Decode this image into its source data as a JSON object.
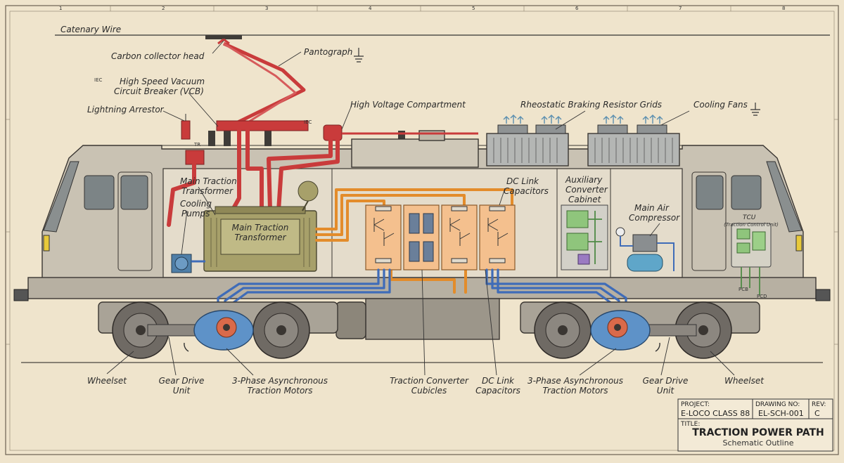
{
  "grid": {
    "top": [
      "1",
      "2",
      "3",
      "4",
      "5",
      "6",
      "7",
      "8"
    ]
  },
  "labels": {
    "catenary": "Catenary Wire",
    "carbon_head": "Carbon collector head",
    "pantograph": "Pantograph",
    "vcb_line1": "High Speed Vacuum",
    "vcb_line2": "Circuit Breaker (VCB)",
    "lightning": "Lightning Arrestor",
    "hv_compartment": "High Voltage Compartment",
    "braking_grids": "Rheostatic Braking Resistor Grids",
    "cooling_fans": "Cooling Fans",
    "mtt_upper_line1": "Main Traction",
    "mtt_upper_line2": "Transformer",
    "cooling_pumps_line1": "Cooling",
    "cooling_pumps_line2": "Pumps",
    "mtt_body_line1": "Main Traction",
    "mtt_body_line2": "Transformer",
    "dc_link_upper_line1": "DC Link",
    "dc_link_upper_line2": "Capacitors",
    "aux_line1": "Auxiliary",
    "aux_line2": "Converter",
    "aux_line3": "Cabinet",
    "air_comp_line1": "Main Air",
    "air_comp_line2": "Compressor",
    "tcu": "TCU",
    "tcu_full": "(Traction Control Unit)",
    "pcb": "PCB",
    "pcd": "PCD",
    "iec": "IEC",
    "tr": "TR",
    "wheelset_left": "Wheelset",
    "gear_left_line1": "Gear Drive",
    "gear_left_line2": "Unit",
    "motors_left_line1": "3-Phase Asynchronous",
    "motors_left_line2": "Traction Motors",
    "converter_line1": "Traction Converter",
    "converter_line2": "Cubicles",
    "dc_link_lower_line1": "DC Link",
    "dc_link_lower_line2": "Capacitors",
    "motors_right_line1": "3-Phase Asynchronous",
    "motors_right_line2": "Traction Motors",
    "gear_right_line1": "Gear Drive",
    "gear_right_line2": "Unit",
    "wheelset_right": "Wheelset"
  },
  "title_block": {
    "project_label": "PROJECT:",
    "project_value": "E-LOCO CLASS 88",
    "drawing_label": "DRAWING NO:",
    "drawing_value": "EL-SCH-001",
    "rev_label": "REV:",
    "rev_value": "C",
    "title_label": "TITLE:",
    "title_value": "TRACTION POWER PATH",
    "subtitle_value": "Schematic Outline"
  },
  "colors": {
    "paper": "#efe4cc",
    "hv_cable": "#c93b3b",
    "dc_cable": "#e38c2b",
    "ac_cable": "#3f6cb8",
    "converter": "#f4c08e",
    "transformer": "#a7a06a",
    "body": "#c9c2b3"
  }
}
